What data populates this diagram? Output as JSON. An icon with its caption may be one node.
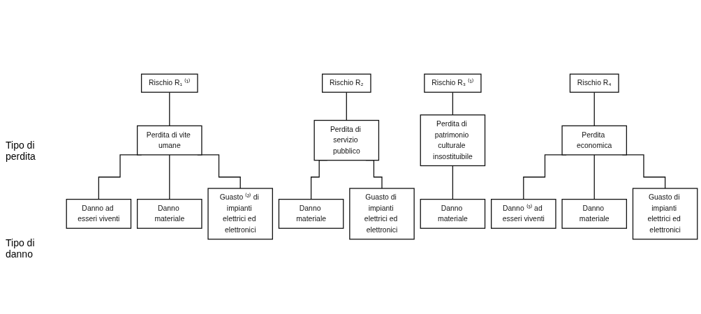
{
  "diagram": {
    "nodes": [
      {
        "text": [
          "Rischio R₁ ⁽¹⁾"
        ]
      },
      {
        "text": [
          "Rischio R₂"
        ]
      },
      {
        "text": [
          "Rischio R₃ ⁽¹⁾"
        ]
      },
      {
        "text": [
          "Rischio R₄"
        ]
      },
      {
        "text": [
          "Perdita di vite umane"
        ]
      },
      {
        "text": [
          "Perdita di servizio pubblico"
        ]
      },
      {
        "text": [
          "Perdita di patrimonio culturale insostituibile"
        ]
      },
      {
        "text": [
          "Perdita economica"
        ]
      },
      {
        "text": [
          "Danno ad esseri viventi"
        ]
      },
      {
        "text": [
          "Danno materiale"
        ]
      },
      {
        "text": [
          "Guasto ⁽²⁾ di impianti elettrici ed elettronici"
        ]
      },
      {
        "text": [
          "Danno materiale"
        ]
      },
      {
        "text": [
          "Guasto di impianti elettrici ed elettronici"
        ]
      },
      {
        "text": [
          "Danno materiale"
        ]
      },
      {
        "text": [
          "Danno ⁽³⁾ ad esseri viventi"
        ]
      },
      {
        "text": [
          "Danno materiale"
        ]
      },
      {
        "text": [
          "Guasto di impianti elettrici ed elettronici"
        ]
      }
    ],
    "edges": [
      {
        "from": 0,
        "to": 4,
        "arrow": "none"
      },
      {
        "from": 1,
        "to": 5,
        "arrow": "none"
      },
      {
        "from": 2,
        "to": 6,
        "arrow": "none"
      },
      {
        "from": 3,
        "to": 7,
        "arrow": "none"
      },
      {
        "from": 4,
        "to": 8,
        "arrow": "none"
      },
      {
        "from": 4,
        "to": 9,
        "arrow": "none"
      },
      {
        "from": 4,
        "to": 10,
        "arrow": "none"
      },
      {
        "from": 5,
        "to": 11,
        "arrow": "none"
      },
      {
        "from": 5,
        "to": 12,
        "arrow": "none"
      },
      {
        "from": 6,
        "to": 13,
        "arrow": "none"
      },
      {
        "from": 7,
        "to": 14,
        "arrow": "none"
      },
      {
        "from": 7,
        "to": 15,
        "arrow": "none"
      },
      {
        "from": 7,
        "to": 16,
        "arrow": "none"
      }
    ],
    "labels": [
      "Tipo di perdita",
      "Tipo di danno"
    ]
  }
}
